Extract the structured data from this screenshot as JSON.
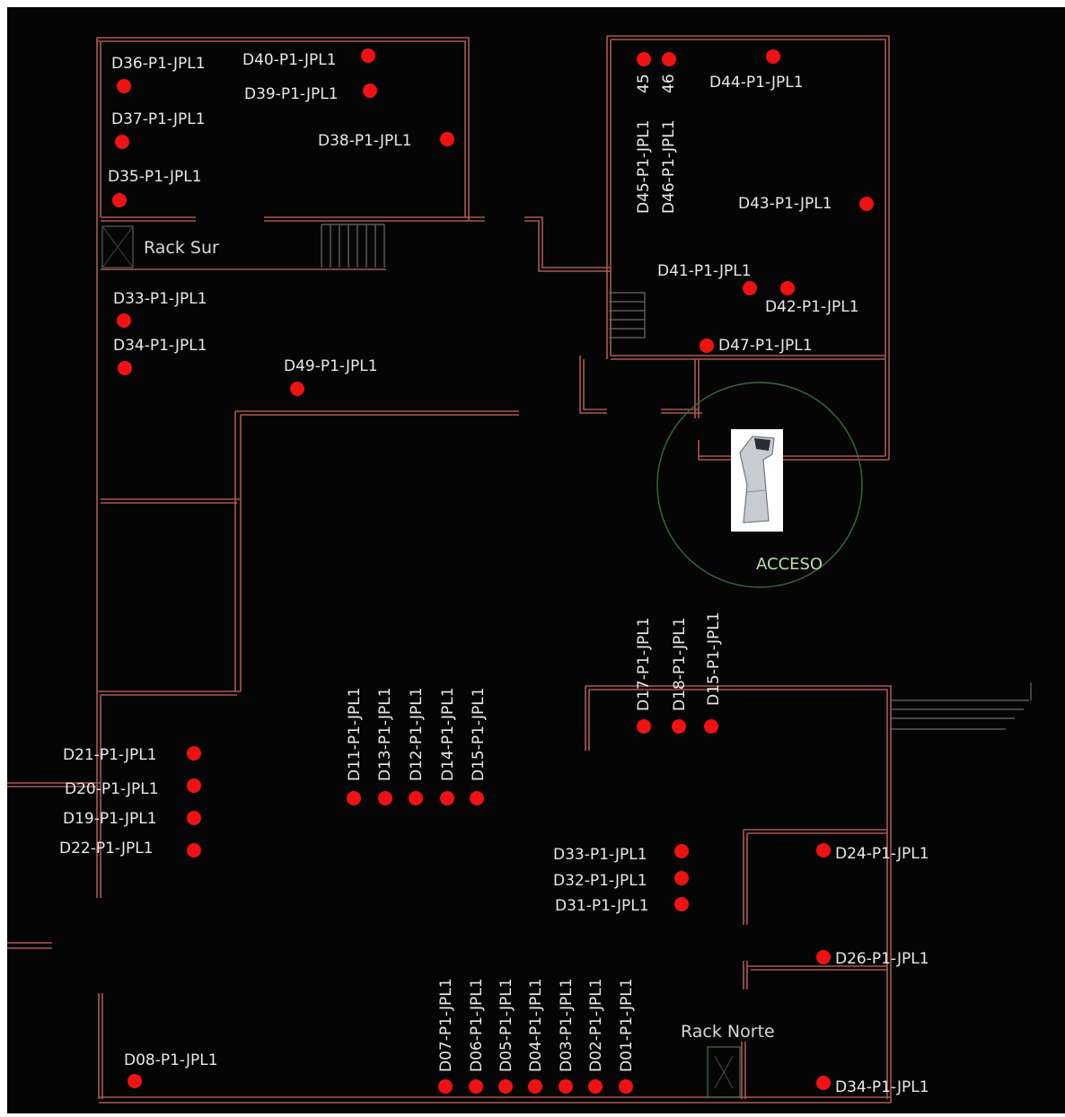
{
  "plan": {
    "background": "#050505",
    "wall_color": "#a85a50",
    "point_color": "#f01212",
    "text_color": "#e8e8e8",
    "access_color": "#8fc08a"
  },
  "rooms": {
    "rack_sur": "Rack Sur",
    "rack_norte": "Rack Norte",
    "acceso": "ACCESO"
  },
  "icons": {
    "access_device": "turnstile-kiosk-icon",
    "rack": "rack-cabinet-icon",
    "stairs": "stairs-icon"
  },
  "points": {
    "d36": "D36-P1-JPL1",
    "d37": "D37-P1-JPL1",
    "d35": "D35-P1-JPL1",
    "d40": "D40-P1-JPL1",
    "d39": "D39-P1-JPL1",
    "d38": "D38-P1-JPL1",
    "d33_top": "D33-P1-JPL1",
    "d34_top": "D34-P1-JPL1",
    "d49": "D49-P1-JPL1",
    "d45": "D45-P1-JPL1",
    "d46": "D46-P1-JPL1",
    "d45_short": "45",
    "d46_short": "46",
    "d44": "D44-P1-JPL1",
    "d43": "D43-P1-JPL1",
    "d41": "D41-P1-JPL1",
    "d42": "D42-P1-JPL1",
    "d47": "D47-P1-JPL1",
    "d11": "D11-P1-JPL1",
    "d13": "D13-P1-JPL1",
    "d12": "D12-P1-JPL1",
    "d14": "D14-P1-JPL1",
    "d15_mid": "D15-P1-JPL1",
    "d17": "D17-P1-JPL1",
    "d18": "D18-P1-JPL1",
    "d15_right": "D15-P1-JPL1",
    "d21": "D21-P1-JPL1",
    "d20": "D20-P1-JPL1",
    "d19": "D19-P1-JPL1",
    "d22": "D22-P1-JPL1",
    "d33_bottom": "D33-P1-JPL1",
    "d32": "D32-P1-JPL1",
    "d31": "D31-P1-JPL1",
    "d24": "D24-P1-JPL1",
    "d26": "D26-P1-JPL1",
    "d34_bottom": "D34-P1-JPL1",
    "d07": "D07-P1-JPL1",
    "d06": "D06-P1-JPL1",
    "d05": "D05-P1-JPL1",
    "d04": "D04-P1-JPL1",
    "d03": "D03-P1-JPL1",
    "d02": "D02-P1-JPL1",
    "d01": "D01-P1-JPL1",
    "d08": "D08-P1-JPL1"
  }
}
